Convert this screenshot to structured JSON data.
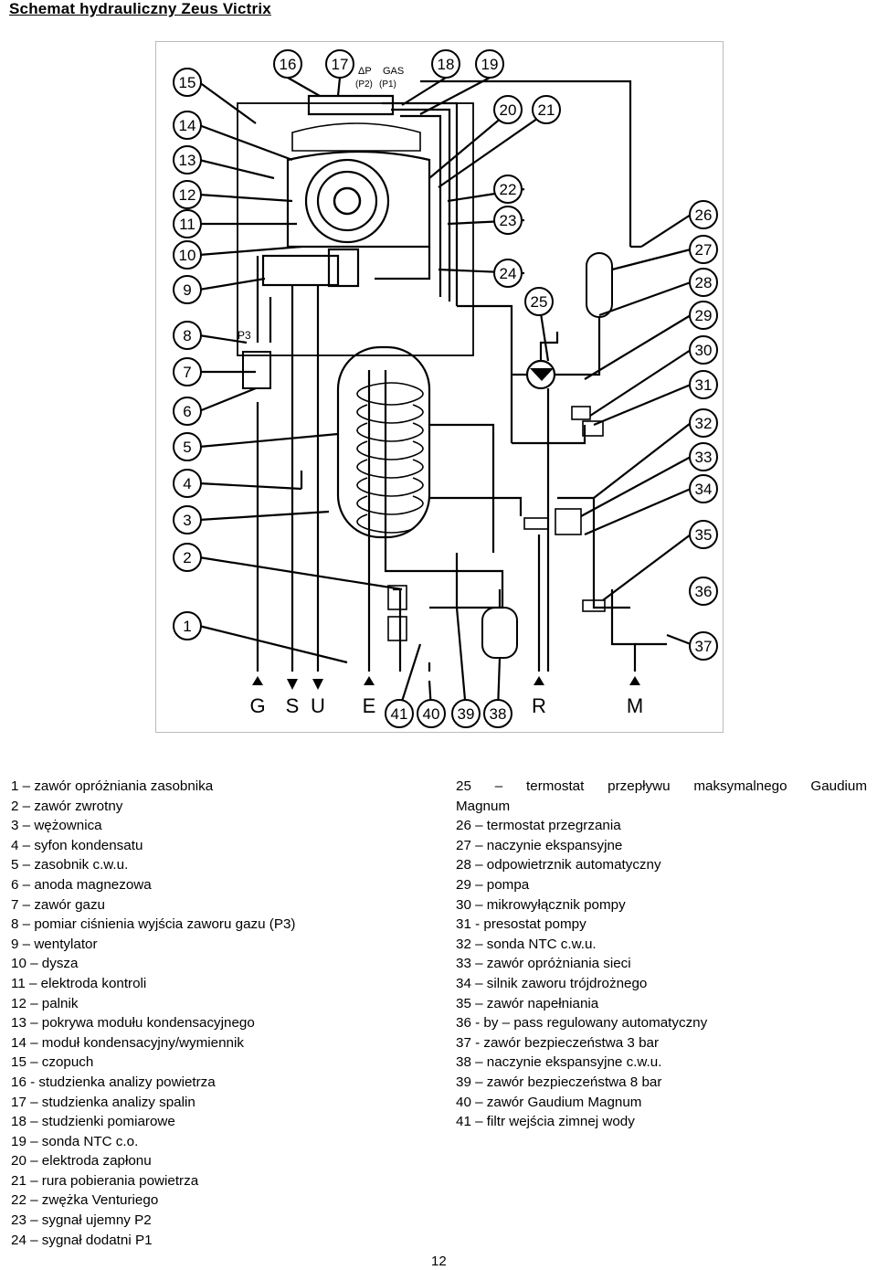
{
  "header": {
    "title": "Schemat hydrauliczny Zeus Victrix"
  },
  "diagram": {
    "callouts_left": [
      "15",
      "14",
      "13",
      "12",
      "11",
      "10",
      "9",
      "8",
      "7",
      "6",
      "5",
      "4",
      "3",
      "2",
      "1"
    ],
    "callouts_top": [
      "16",
      "17",
      "18",
      "19",
      "20",
      "21"
    ],
    "callouts_right": [
      "22",
      "23",
      "24",
      "25",
      "26",
      "27",
      "28",
      "29",
      "30",
      "31",
      "32",
      "33",
      "34",
      "35",
      "36",
      "37"
    ],
    "callouts_bottom": [
      "41",
      "40",
      "39",
      "38"
    ],
    "top_labels": {
      "dp": "ΔP",
      "gas": "GAS",
      "p2": "(P2)",
      "p1": "(P1)",
      "p3": "P3"
    },
    "connections": [
      "G",
      "S",
      "U",
      "E",
      "R",
      "M"
    ]
  },
  "legend": {
    "left": [
      "1 – zawór opróżniania zasobnika",
      "2 – zawór zwrotny",
      "3 – wężownica",
      "4 – syfon kondensatu",
      "5 – zasobnik c.w.u.",
      "6 – anoda magnezowa",
      "7 – zawór gazu",
      "8 – pomiar ciśnienia wyjścia zaworu gazu (P3)",
      "9 – wentylator",
      "10 – dysza",
      "11 – elektroda kontroli",
      "12 – palnik",
      "13 – pokrywa modułu kondensacyjnego",
      "14 – moduł kondensacyjny/wymiennik",
      "15 – czopuch",
      "16 - studzienka analizy powietrza",
      "17 – studzienka analizy spalin",
      "18 – studzienki pomiarowe",
      "19 – sonda NTC c.o.",
      "20 – elektroda zapłonu",
      "21 – rura pobierania powietrza",
      "22 – zwężka Venturiego",
      "23 – sygnał ujemny P2",
      "24 – sygnał dodatni P1"
    ],
    "right_first_line": "25 – termostat przepływu maksymalnego Gaudium",
    "right_first_cont": "Magnum",
    "right": [
      "26 – termostat przegrzania",
      "27 – naczynie ekspansyjne",
      "28 – odpowietrznik automatyczny",
      "29 – pompa",
      "30 – mikrowyłącznik pompy",
      "31 - presostat pompy",
      "32 – sonda NTC c.w.u.",
      "33 – zawór opróżniania sieci",
      "34 – silnik zaworu trójdrożnego",
      "35 – zawór napełniania",
      "36 - by – pass regulowany automatyczny",
      "37 - zawór bezpieczeństwa 3 bar",
      "38 – naczynie ekspansyjne c.w.u.",
      "39 – zawór bezpieczeństwa 8 bar",
      "40 – zawór Gaudium Magnum",
      "41 – filtr wejścia zimnej wody"
    ]
  },
  "footer": {
    "page_number": "12"
  }
}
